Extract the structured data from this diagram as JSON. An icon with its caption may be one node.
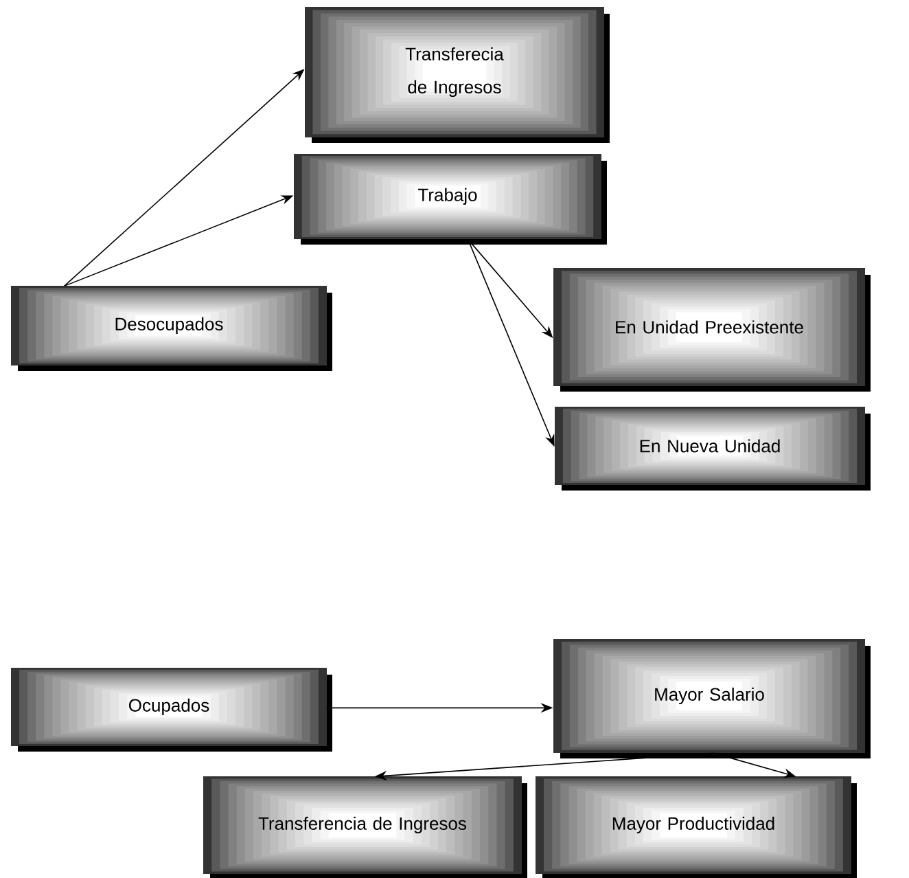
{
  "diagram": {
    "nodes": [
      {
        "text": [
          "Transferecia de Ingresos"
        ]
      },
      {
        "text": [
          "Trabajo"
        ]
      },
      {
        "text": [
          "Desocupados"
        ]
      },
      {
        "text": [
          "En Unidad Preexistente"
        ]
      },
      {
        "text": [
          "En Nueva Unidad"
        ]
      },
      {
        "text": [
          "Ocupados"
        ]
      },
      {
        "text": [
          "Mayor Salario"
        ]
      },
      {
        "text": [
          "Transferencia de Ingresos"
        ]
      },
      {
        "text": [
          "Mayor Productividad"
        ]
      }
    ],
    "edges": [
      {
        "from": 2,
        "to": 0,
        "arrow": "to"
      },
      {
        "from": 2,
        "to": 1,
        "arrow": "to"
      },
      {
        "from": 1,
        "to": 3,
        "arrow": "to"
      },
      {
        "from": 1,
        "to": 4,
        "arrow": "to"
      },
      {
        "from": 5,
        "to": 6,
        "arrow": "to"
      },
      {
        "from": 6,
        "to": 7,
        "arrow": "to"
      },
      {
        "from": 6,
        "to": 8,
        "arrow": "to"
      }
    ]
  }
}
